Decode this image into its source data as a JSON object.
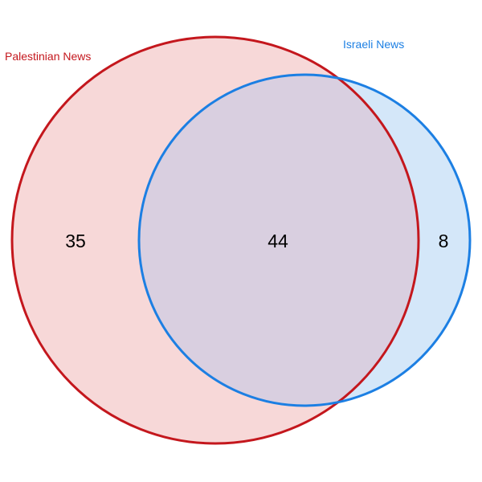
{
  "venn": {
    "sets": [
      {
        "id": "palestinian",
        "label": "Palestinian News",
        "stroke": "#c4171d",
        "fill": "#f7d8d8"
      },
      {
        "id": "israeli",
        "label": "Israeli News",
        "stroke": "#1c7fe3",
        "fill": "#d4e7f9"
      }
    ],
    "counts": {
      "palestinian_only": "35",
      "both": "44",
      "israeli_only": "8"
    },
    "overlap_fill": "#d9cfe0"
  }
}
